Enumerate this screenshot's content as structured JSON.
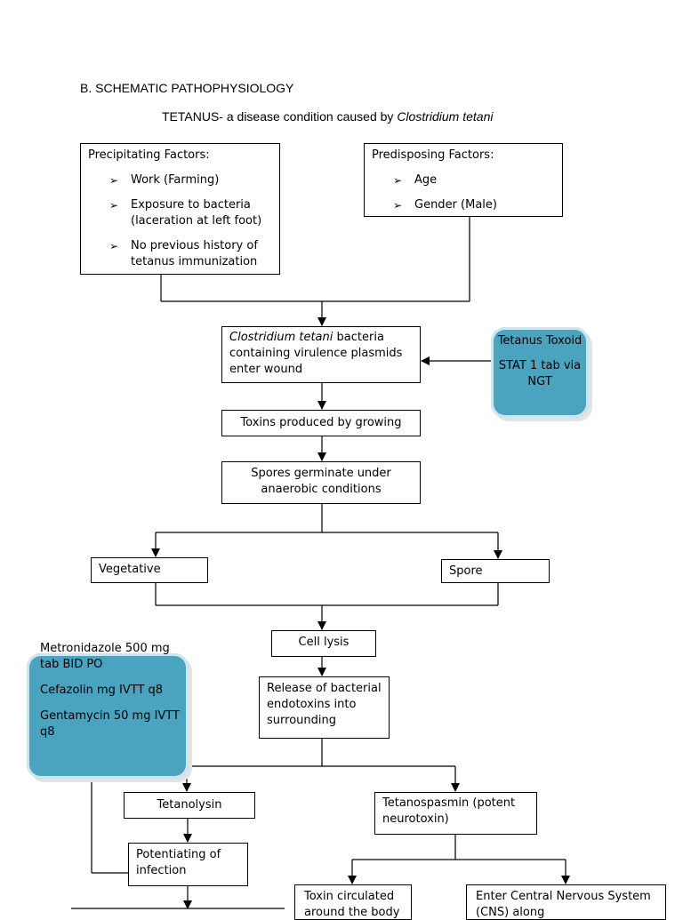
{
  "section_title": "B. SCHEMATIC PATHOPHYSIOLOGY",
  "disease_title": {
    "prefix": "TETANUS- a disease condition caused by ",
    "organism": "Clostridium tetani"
  },
  "precipitating": {
    "heading": "Precipitating Factors:",
    "items": [
      "Work (Farming)",
      "Exposure to bacteria (laceration at left foot)",
      "No previous history of tetanus immunization"
    ]
  },
  "predisposing": {
    "heading": "Predisposing Factors:",
    "items": [
      "Age",
      "Gender (Male)"
    ]
  },
  "bacteria_box": {
    "organism": "Clostridium tetani",
    "text": " bacteria containing virulence plasmids enter wound"
  },
  "toxoid": {
    "line1": "Tetanus Toxoid",
    "line2": "STAT 1 tab via NGT"
  },
  "toxins_box": "Toxins produced by growing",
  "spores_box": "Spores germinate under anaerobic conditions",
  "vegetative_box": "Vegetative",
  "spore_box": "Spore",
  "lysis_box": "Cell lysis",
  "release_box": "Release of bacterial endotoxins into surrounding",
  "meds": {
    "m1": "Metronidazole 500 mg tab BID PO",
    "m2": "Cefazolin   mg IVTT q8",
    "m3": "Gentamycin 50 mg IVTT q8"
  },
  "tetanolysin_box": "Tetanolysin",
  "tetanospasmin_box": "Tetanospasmin (potent neurotoxin)",
  "potentiating_box": "Potentiating of infection",
  "toxin_circ_box": "Toxin circulated around the body",
  "cns_box": "Enter Central Nervous System (CNS) along"
}
